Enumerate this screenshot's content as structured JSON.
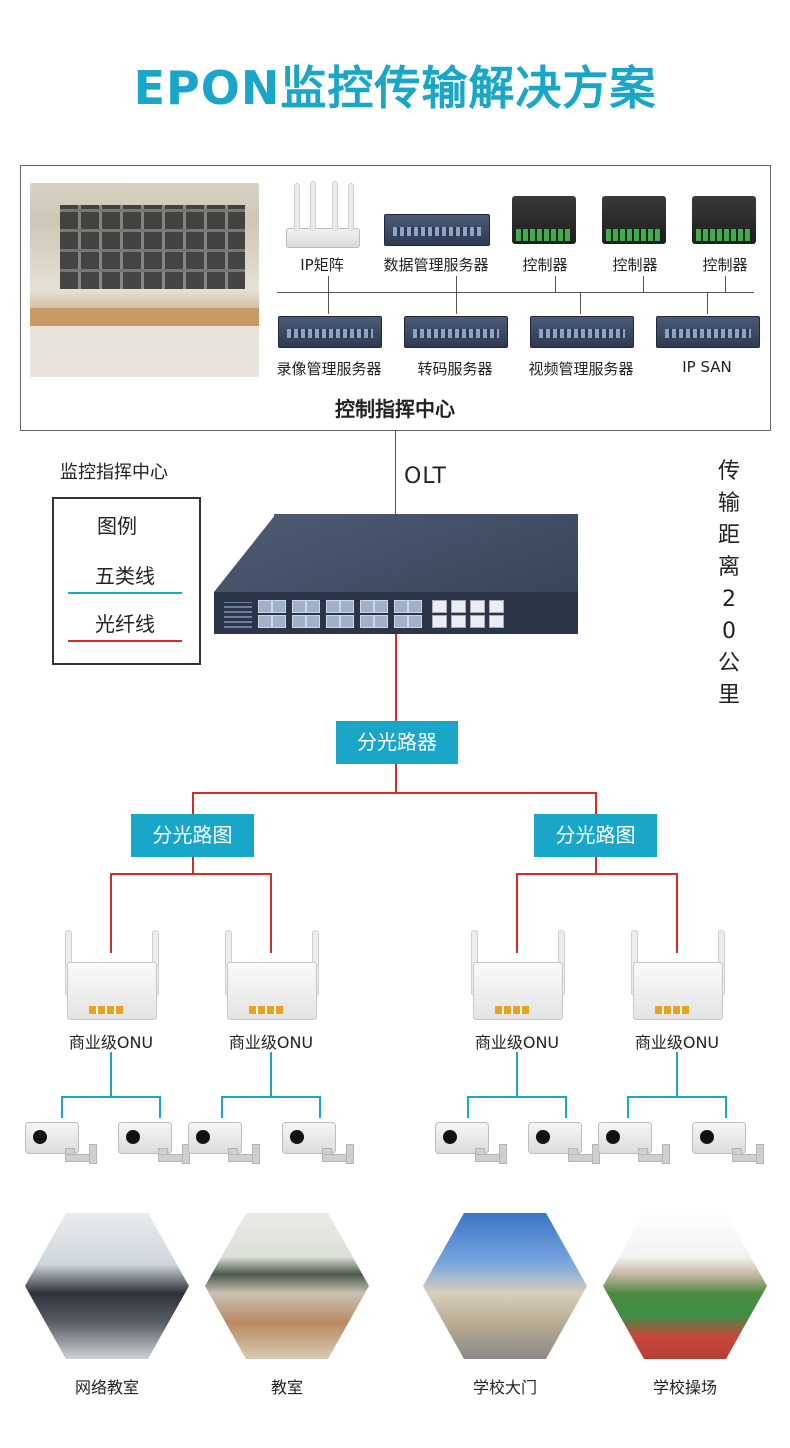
{
  "title": "EPON监控传输解决方案",
  "control_center": {
    "caption": "控制指挥中心",
    "top_devices": [
      "IP矩阵",
      "数据管理服务器",
      "控制器",
      "控制器",
      "控制器"
    ],
    "bottom_devices": [
      "录像管理服务器",
      "转码服务器",
      "视频管理服务器",
      "IP SAN"
    ]
  },
  "side_label": "监控指挥中心",
  "legend": {
    "title": "图例",
    "items": [
      {
        "label": "五类线",
        "color": "#1aa6c9"
      },
      {
        "label": "光纤线",
        "color": "#d62b2b"
      }
    ]
  },
  "olt_label": "OLT",
  "distance_label": "传输距离20公里",
  "splitter_main": "分光路器",
  "splitters": [
    "分光路图",
    "分光路图"
  ],
  "onus": [
    "商业级ONU",
    "商业级ONU",
    "商业级ONU",
    "商业级ONU"
  ],
  "scenes": [
    "网络教室",
    "教室",
    "学校大门",
    "学校操场"
  ],
  "colors": {
    "accent": "#1aa6c9",
    "fiber": "#d62b2b",
    "cat5": "#1aa6c9"
  }
}
